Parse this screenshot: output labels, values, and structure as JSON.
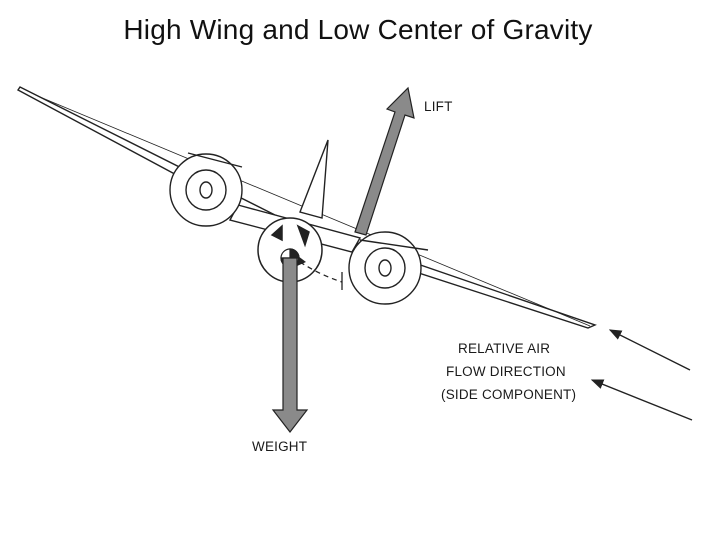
{
  "slide": {
    "title": "High Wing and Low Center of Gravity"
  },
  "diagram": {
    "labels": {
      "lift": "LIFT",
      "weight": "WEIGHT",
      "relative_air_line1": "RELATIVE AIR",
      "relative_air_line2": "FLOW DIRECTION",
      "relative_air_line3": "(SIDE COMPONENT)"
    },
    "colors": {
      "arrow_fill": "#8a8a8a",
      "line": "#222222",
      "background": "#ffffff"
    }
  }
}
